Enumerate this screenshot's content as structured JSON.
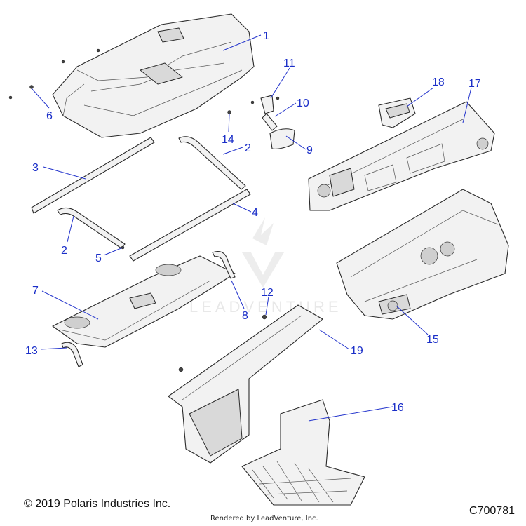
{
  "diagram": {
    "callouts": [
      "1",
      "2",
      "3",
      "4",
      "2",
      "5",
      "6",
      "7",
      "8",
      "9",
      "10",
      "11",
      "12",
      "13",
      "14",
      "15",
      "16",
      "17",
      "18",
      "19"
    ],
    "watermark": "LEADVENTURE",
    "accent_color": "#1a2ec8"
  },
  "footer": {
    "copyright": "© 2019 Polaris Industries Inc.",
    "rendered_by": "Rendered by LeadVenture, Inc.",
    "diagram_code": "C700781"
  }
}
